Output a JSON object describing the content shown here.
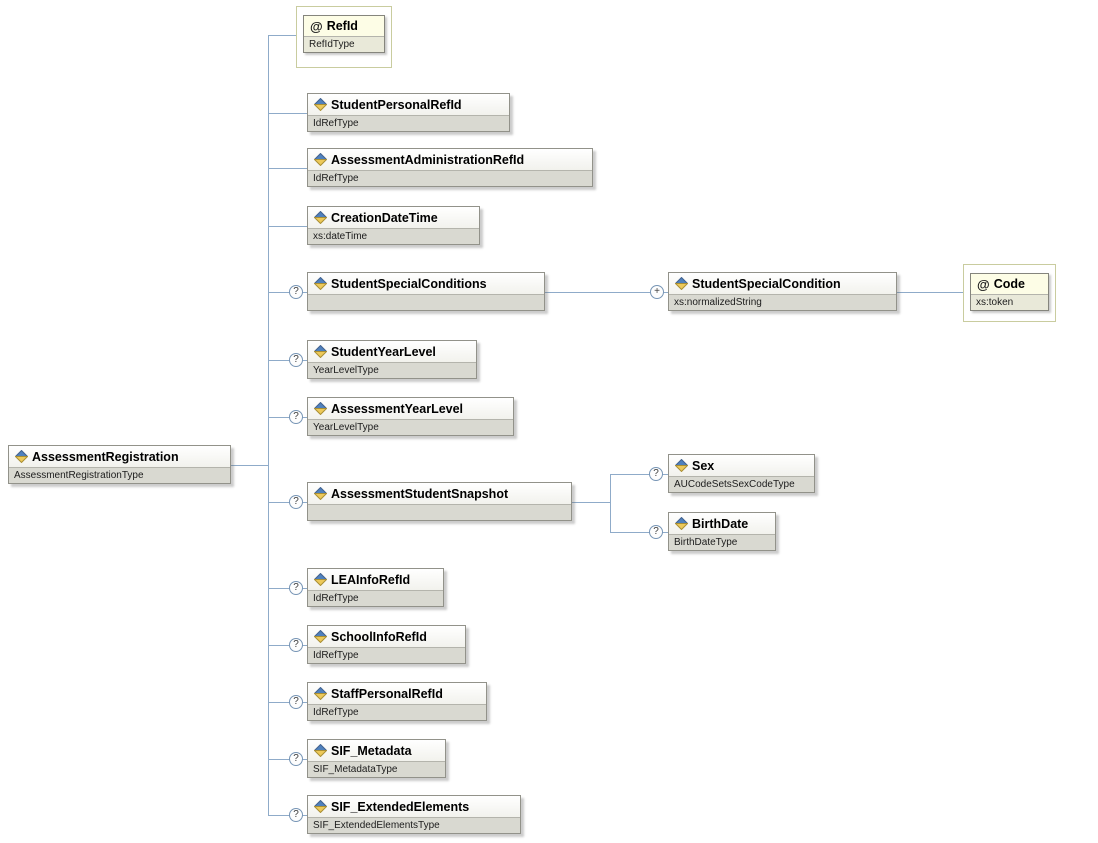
{
  "indicators": {
    "optional": "?",
    "repeat": "+",
    "attribute": "@"
  },
  "colors": {
    "connector": "#8fabc9",
    "box-border": "#92928a",
    "type-bg": "#d9d9d1",
    "attr-border": "#c9cc9f",
    "attr-name-bg": "#fdfde6",
    "attr-type-bg": "#e9e9d9"
  },
  "root": {
    "name": "AssessmentRegistration",
    "type": "AssessmentRegistrationType"
  },
  "nodes": [
    {
      "name": "RefId",
      "type": "RefIdType"
    },
    {
      "name": "StudentPersonalRefId",
      "type": "IdRefType"
    },
    {
      "name": "AssessmentAdministrationRefId",
      "type": "IdRefType"
    },
    {
      "name": "CreationDateTime",
      "type": "xs:dateTime"
    },
    {
      "name": "StudentSpecialConditions",
      "type": ""
    },
    {
      "name": "StudentSpecialCondition",
      "type": "xs:normalizedString"
    },
    {
      "name": "Code",
      "type": "xs:token"
    },
    {
      "name": "StudentYearLevel",
      "type": "YearLevelType"
    },
    {
      "name": "AssessmentYearLevel",
      "type": "YearLevelType"
    },
    {
      "name": "AssessmentStudentSnapshot",
      "type": ""
    },
    {
      "name": "Sex",
      "type": "AUCodeSetsSexCodeType"
    },
    {
      "name": "BirthDate",
      "type": "BirthDateType"
    },
    {
      "name": "LEAInfoRefId",
      "type": "IdRefType"
    },
    {
      "name": "SchoolInfoRefId",
      "type": "IdRefType"
    },
    {
      "name": "StaffPersonalRefId",
      "type": "IdRefType"
    },
    {
      "name": "SIF_Metadata",
      "type": "SIF_MetadataType"
    },
    {
      "name": "SIF_ExtendedElements",
      "type": "SIF_ExtendedElementsType"
    }
  ]
}
